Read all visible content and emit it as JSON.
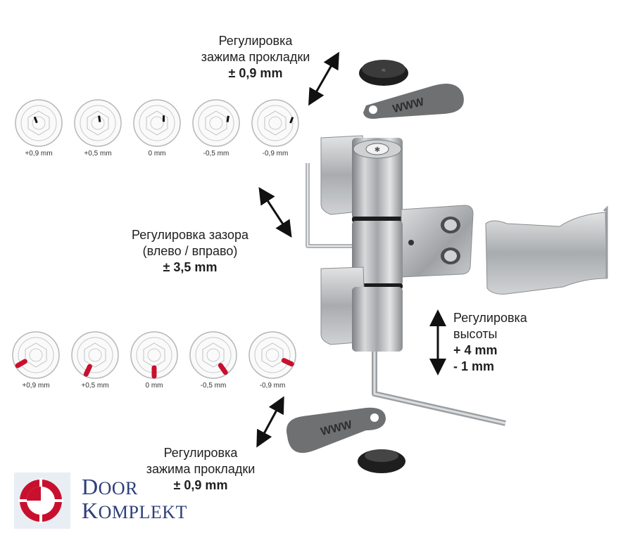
{
  "labels": {
    "top_seal": {
      "line1": "Регулировка",
      "line2": "зажима прокладки",
      "value": "± 0,9 mm"
    },
    "gap": {
      "line1": "Регулировка зазора",
      "line2": "(влево / вправо)",
      "value": "± 3,5 mm"
    },
    "height": {
      "line1": "Регулировка",
      "line2": "высоты",
      "value1": "+ 4 mm",
      "value2": "- 1 mm"
    },
    "bottom_seal": {
      "line1": "Регулировка",
      "line2": "зажима прокладки",
      "value": "± 0,9 mm"
    }
  },
  "top_dials": [
    {
      "caption": "+0,9 mm",
      "angle": -70
    },
    {
      "caption": "+0,5 mm",
      "angle": -30
    },
    {
      "caption": "0 mm",
      "angle": 0
    },
    {
      "caption": "-0,5 mm",
      "angle": 30
    },
    {
      "caption": "-0,9 mm",
      "angle": 70
    }
  ],
  "bottom_dials": [
    {
      "caption": "+0,9 mm",
      "angle": 150
    },
    {
      "caption": "+0,5 mm",
      "angle": 115
    },
    {
      "caption": "0 mm",
      "angle": 90
    },
    {
      "caption": "-0,5 mm",
      "angle": 55
    },
    {
      "caption": "-0,9 mm",
      "angle": 25
    }
  ],
  "logo": {
    "word1_cap": "D",
    "word1_rest": "OOR",
    "word2_cap": "K",
    "word2_rest": "OMPLEKT"
  },
  "colors": {
    "accent_red": "#c8102e",
    "logo_blue": "#2c3e7a",
    "metal": "#b9bcbf",
    "dark_plastic": "#2a2a2a",
    "gray_plastic": "#707274"
  }
}
